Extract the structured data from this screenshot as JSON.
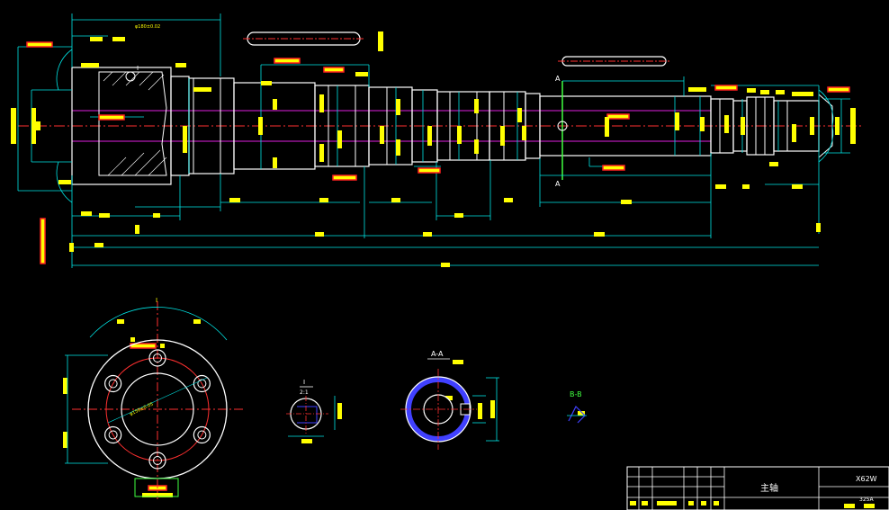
{
  "drawing": {
    "title_cn": "主轴",
    "model": "X62W",
    "drawing_no": "325A",
    "view_labels": {
      "section_a_top": "A",
      "section_a_bottom": "A",
      "section_aa": "A-A",
      "section_bb": "B-B",
      "detail_i": "I",
      "detail_i_top": "I",
      "detail_i_scale": "2:1",
      "flange_view": "I"
    },
    "dimension_note": "φ180±0.02",
    "flange_note": "φ150±0.05"
  },
  "colors": {
    "background": "#000000",
    "outline": "#ffffff",
    "dimension": "#00e5e5",
    "centerline": "#ff3030",
    "hidden": "#e020e0",
    "tag": "#ffff00",
    "tag_red": "#ff2020",
    "section_hatch": "#4040ff",
    "label_green": "#40ff40"
  }
}
